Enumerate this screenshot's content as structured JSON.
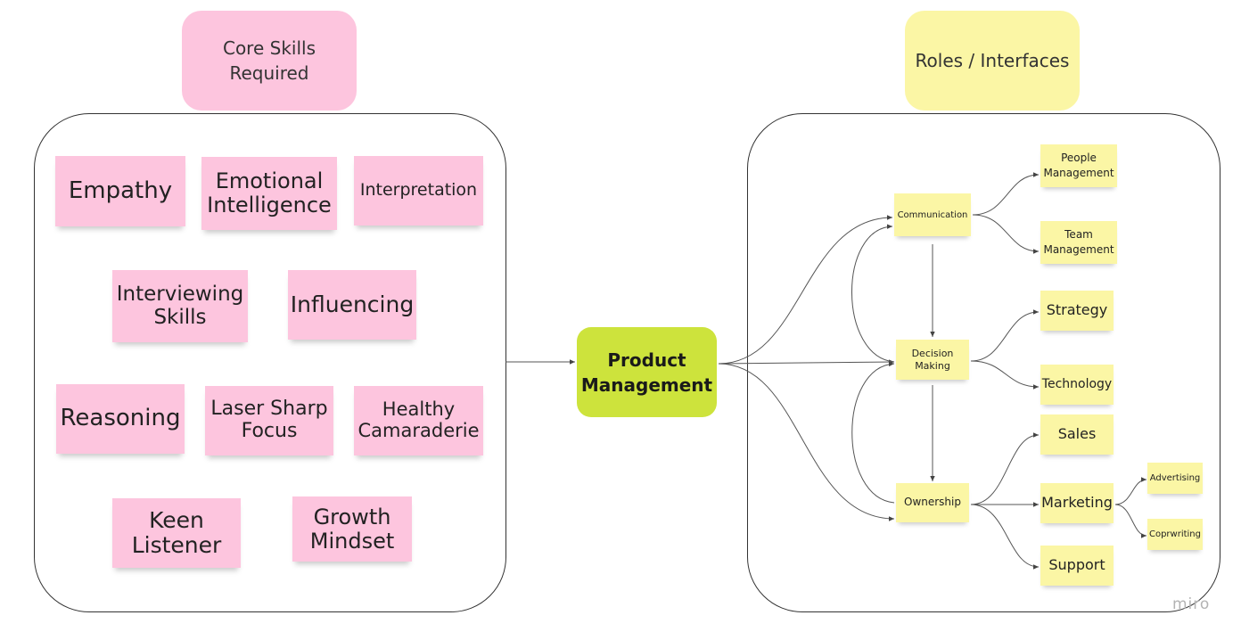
{
  "headers": {
    "skills": [
      "Core Skills",
      "Required"
    ],
    "roles": "Roles / Interfaces"
  },
  "skills": {
    "empathy": [
      "Empathy"
    ],
    "emotional_intelligence": [
      "Emotional",
      "Intelligence"
    ],
    "interpretation": [
      "Interpretation"
    ],
    "interviewing_skills": [
      "Interviewing",
      "Skills"
    ],
    "influencing": [
      "Influencing"
    ],
    "reasoning": [
      "Reasoning"
    ],
    "laser_sharp_focus": [
      "Laser Sharp",
      "Focus"
    ],
    "healthy_camaraderie": [
      "Healthy",
      "Camaraderie"
    ],
    "keen_listener": [
      "Keen",
      "Listener"
    ],
    "growth_mindset": [
      "Growth",
      "Mindset"
    ]
  },
  "center": [
    "Product",
    "Management"
  ],
  "roles": {
    "communication": [
      "Communication"
    ],
    "decision_making": [
      "Decision",
      "Making"
    ],
    "ownership": [
      "Ownership"
    ],
    "people_management": [
      "People",
      "Management"
    ],
    "team_management": [
      "Team",
      "Management"
    ],
    "strategy": [
      "Strategy"
    ],
    "technology": [
      "Technology"
    ],
    "sales": [
      "Sales"
    ],
    "marketing": [
      "Marketing"
    ],
    "support": [
      "Support"
    ],
    "advertising": [
      "Advertising"
    ],
    "copywriting": [
      "Coprwriting"
    ]
  },
  "colors": {
    "pink": "#fdc5de",
    "yellow": "#fbf6a5",
    "green": "#cde33c"
  },
  "watermark": "miro"
}
